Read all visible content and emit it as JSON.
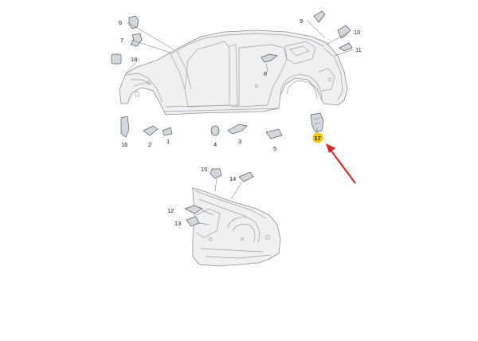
{
  "callouts": {
    "c1": "1",
    "c2": "2",
    "c3": "3",
    "c4": "4",
    "c5": "5",
    "c6": "6",
    "c7": "7",
    "c8": "8",
    "c9": "9",
    "c10": "10",
    "c11": "11",
    "c12": "12",
    "c13": "13",
    "c14": "14",
    "c15": "15",
    "c16": "16",
    "c17": "17",
    "c18": "18"
  },
  "colors": {
    "highlight": "#f5c800",
    "arrow": "#e02020"
  },
  "icons": {
    "pointer": "red-arrow-icon"
  }
}
